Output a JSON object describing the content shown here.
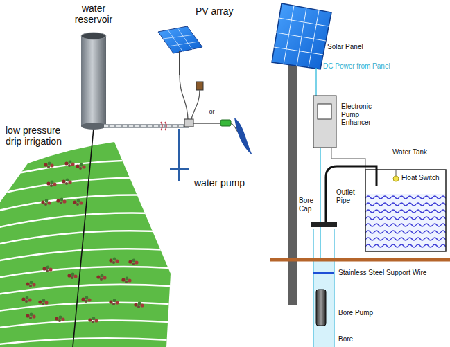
{
  "diagram": {
    "labels": [
      "water reservoir",
      "PV array",
      "low pressure drip irrigation",
      "- or -",
      "water pump",
      "Solar Panel",
      "DC Power from Panel",
      "Electronic Pump Enhancer",
      "Water Tank",
      "Float Switch",
      "Outlet Pipe",
      "Bore Cap",
      "Stainless Steel Support Wire",
      "Bore Pump",
      "Bore"
    ]
  }
}
